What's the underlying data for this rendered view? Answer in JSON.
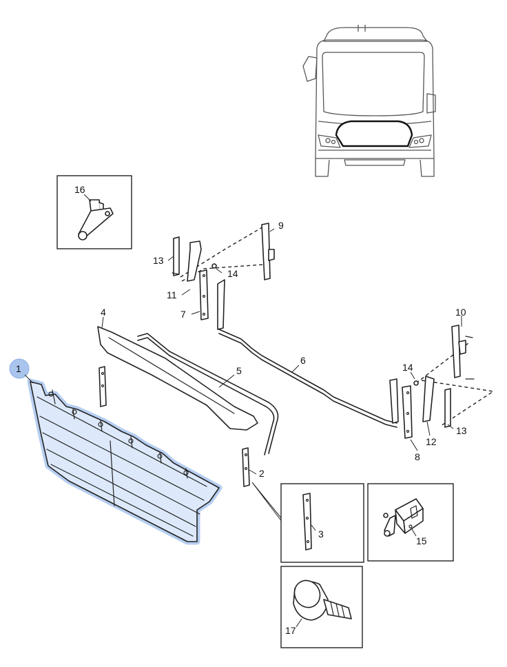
{
  "diagram": {
    "highlight_color": "#a9c5ee",
    "highlighted_callout": "1",
    "callouts": {
      "c1": "1",
      "c2": "2",
      "c3": "3",
      "c4": "4",
      "c5": "5",
      "c6": "6",
      "c7": "7",
      "c8": "8",
      "c9": "9",
      "c10": "10",
      "c11": "11",
      "c12": "12",
      "c13a": "13",
      "c13b": "13",
      "c14a": "14",
      "c14b": "14",
      "c15": "15",
      "c16": "16",
      "c17": "17"
    }
  }
}
